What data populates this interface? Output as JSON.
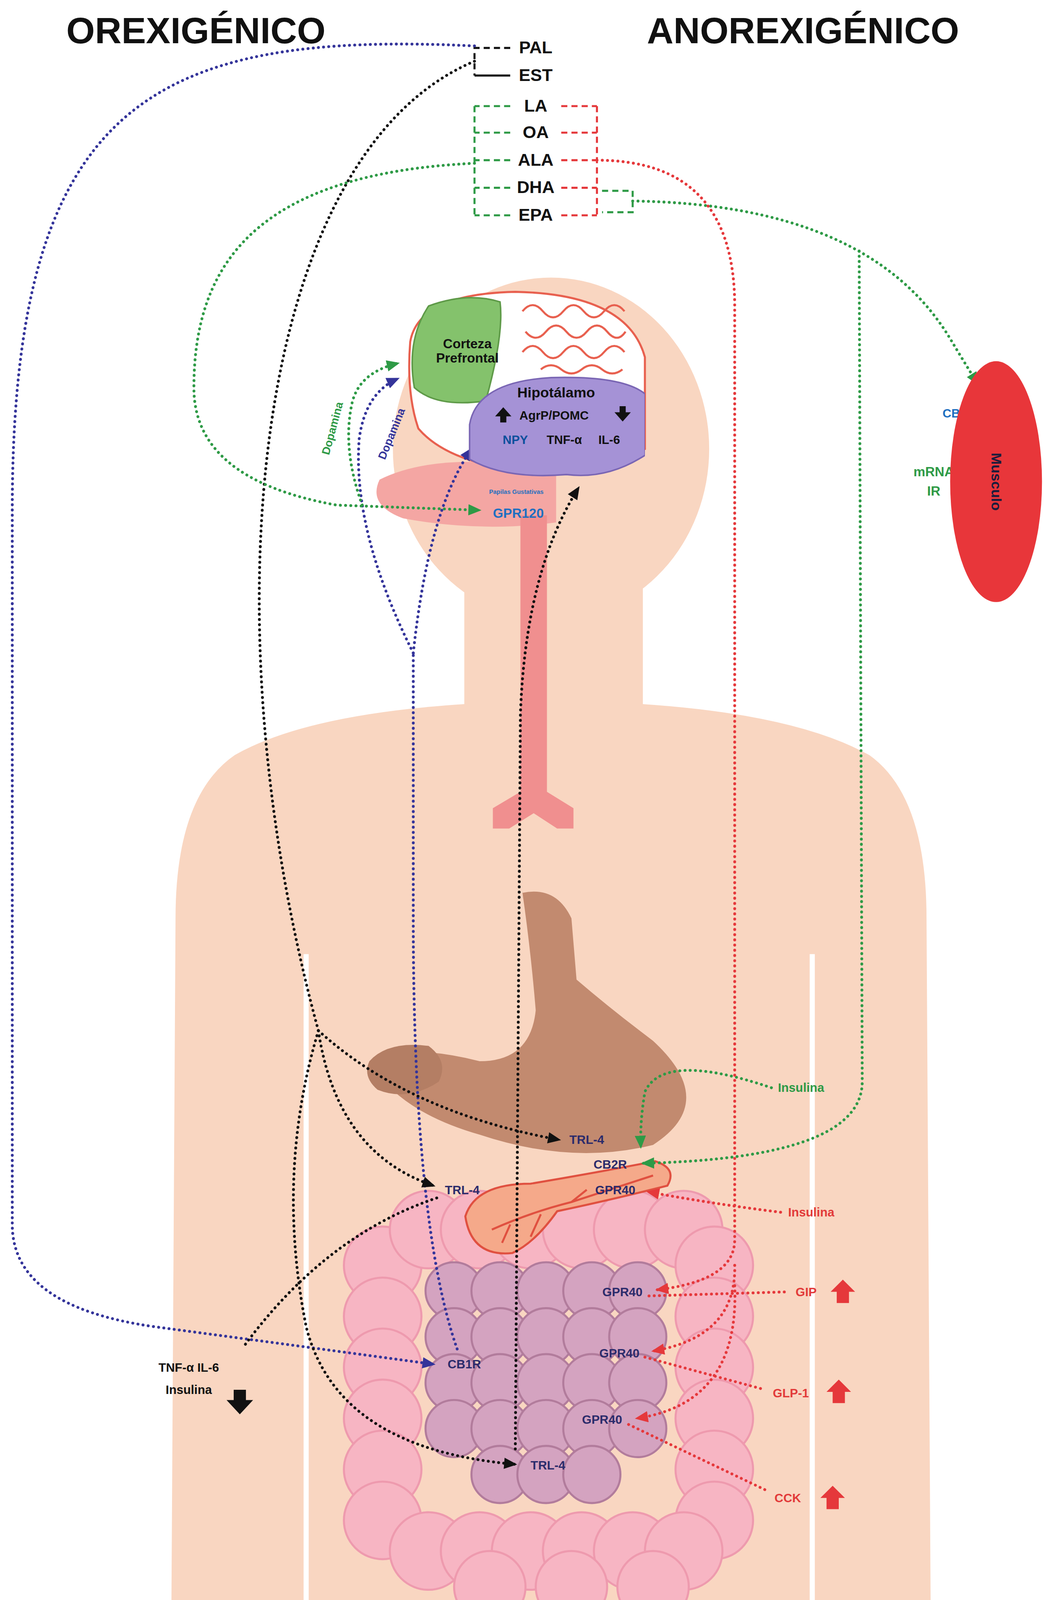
{
  "diagram": {
    "nodes": [
      {
        "text": [
          "Corteza Prefrontal"
        ]
      },
      {
        "text": [
          "Hipotálamo",
          "AgrP/POMC",
          "NPY",
          "TNF-α",
          "IL-6"
        ]
      },
      {
        "text": [
          "Musculo"
        ]
      }
    ],
    "labels": [
      "OREXIGÉNICO",
      "ANOREXIGÉNICO",
      "PAL",
      "EST",
      "LA",
      "OA",
      "ALA",
      "DHA",
      "EPA",
      "Dopamina",
      "Dopamina",
      "CB2R",
      "mRNA",
      "IR",
      "Papilas Gustativas",
      "GPR120",
      "Insulina",
      "TRL-4",
      "CB2R",
      "TRL-4",
      "GPR40",
      "Insulina",
      "GPR40",
      "GIP",
      "GPR40",
      "CB1R",
      "TNF-α IL-6",
      "Insulina",
      "GLP-1",
      "GPR40",
      "CCK",
      "TRL-4"
    ]
  }
}
